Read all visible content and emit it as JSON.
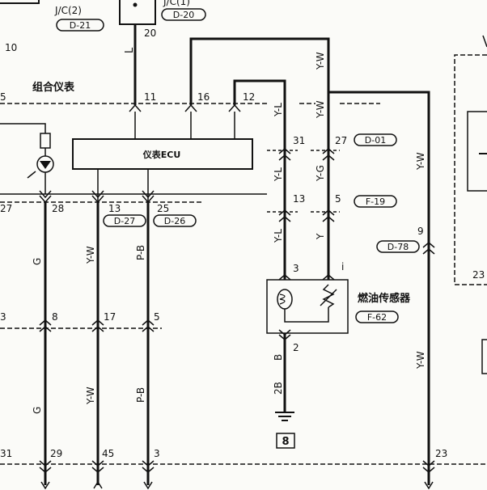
{
  "diagram": {
    "labels": {
      "jc2": "J/C(2)",
      "jc1": "J/C(1)",
      "d21": "D-21",
      "d20": "D-20",
      "n10": "10",
      "n20": "20",
      "wire_l": "L",
      "cluster": "组合仪表",
      "n5": "5",
      "n11": "11",
      "n16": "16",
      "n12": "12",
      "ecm": "仪表ECU",
      "n27a": "27",
      "n28": "28",
      "n13": "13",
      "n25": "25",
      "d27": "D-27",
      "d26": "D-26",
      "yw_top": "Y-W",
      "yl_1": "Y-L",
      "yw_2": "Y-W",
      "n31": "31",
      "n27b": "27",
      "d01": "D-01",
      "yw_right": "Y-W",
      "yl_2": "Y-L",
      "yg": "Y-G",
      "n13b": "13",
      "n5b": "5",
      "f19": "F-19",
      "n9": "9",
      "d78": "D-78",
      "yl_3": "Y-L",
      "y": "Y",
      "n3": "3",
      "ni": "i",
      "sensor": "燃油传感器",
      "f62": "F-62",
      "n23a": "23",
      "g_1": "G",
      "yw_left1": "Y-W",
      "pb_1": "P-B",
      "n8": "8",
      "n17": "17",
      "n5c": "5",
      "n3left": "3",
      "n2": "2",
      "b": "B",
      "b2": "2B",
      "box8": "8",
      "yw_lower": "Y-W",
      "g_2": "G",
      "yw_left2": "Y-W",
      "pb_2": "P-B",
      "n31b": "31",
      "n29": "29",
      "n45": "45",
      "n3b": "3",
      "n23b": "23"
    }
  }
}
